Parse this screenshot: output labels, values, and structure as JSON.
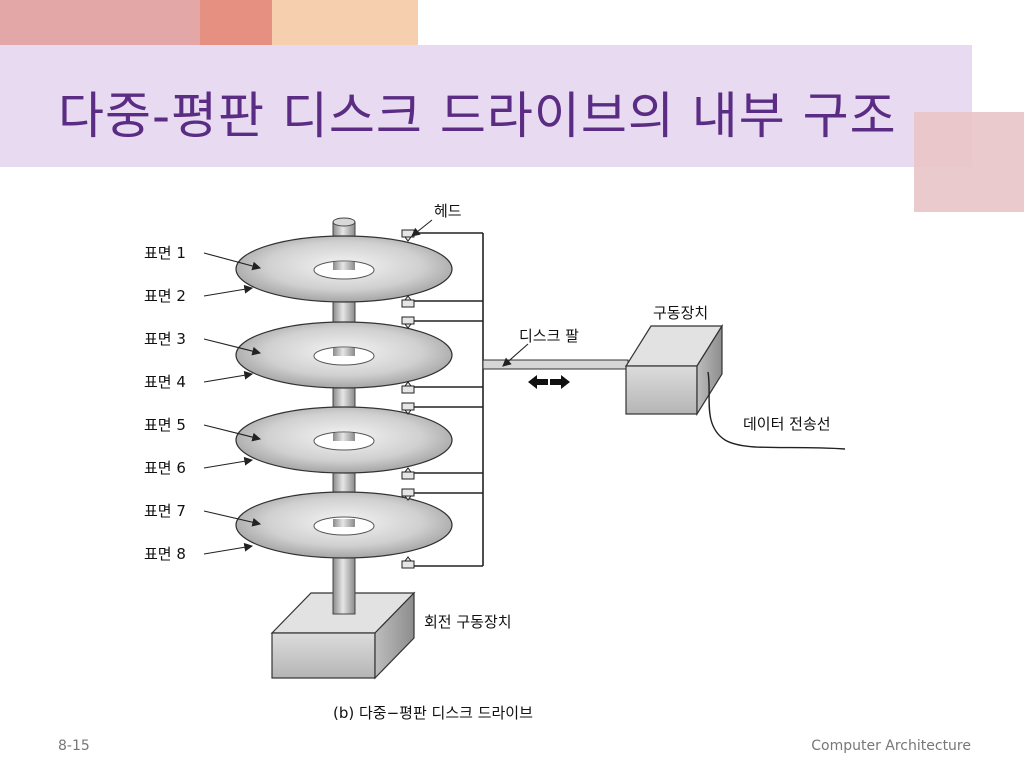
{
  "slide": {
    "title": "다중-평판 디스크 드라이브의 내부 구조",
    "footer_left": "8-15",
    "footer_right": "Computer Architecture"
  },
  "diagram": {
    "head_label": "헤드",
    "surfaces": [
      "표면 1",
      "표면 2",
      "표면 3",
      "표면 4",
      "표면 5",
      "표면 6",
      "표면 7",
      "표면 8"
    ],
    "arm_label": "디스크 팔",
    "actuator_label": "구동장치",
    "cable_label": "데이터 전송선",
    "spindle_motor_label": "회전 구동장치",
    "caption": "(b) 다중−평판 디스크 드라이브"
  },
  "colors": {
    "title": "#5b2c83",
    "band": "#e8daf0",
    "accent_pink": "#e3a7a8",
    "accent_salmon": "#e59080",
    "accent_peach": "#f6cfae"
  }
}
